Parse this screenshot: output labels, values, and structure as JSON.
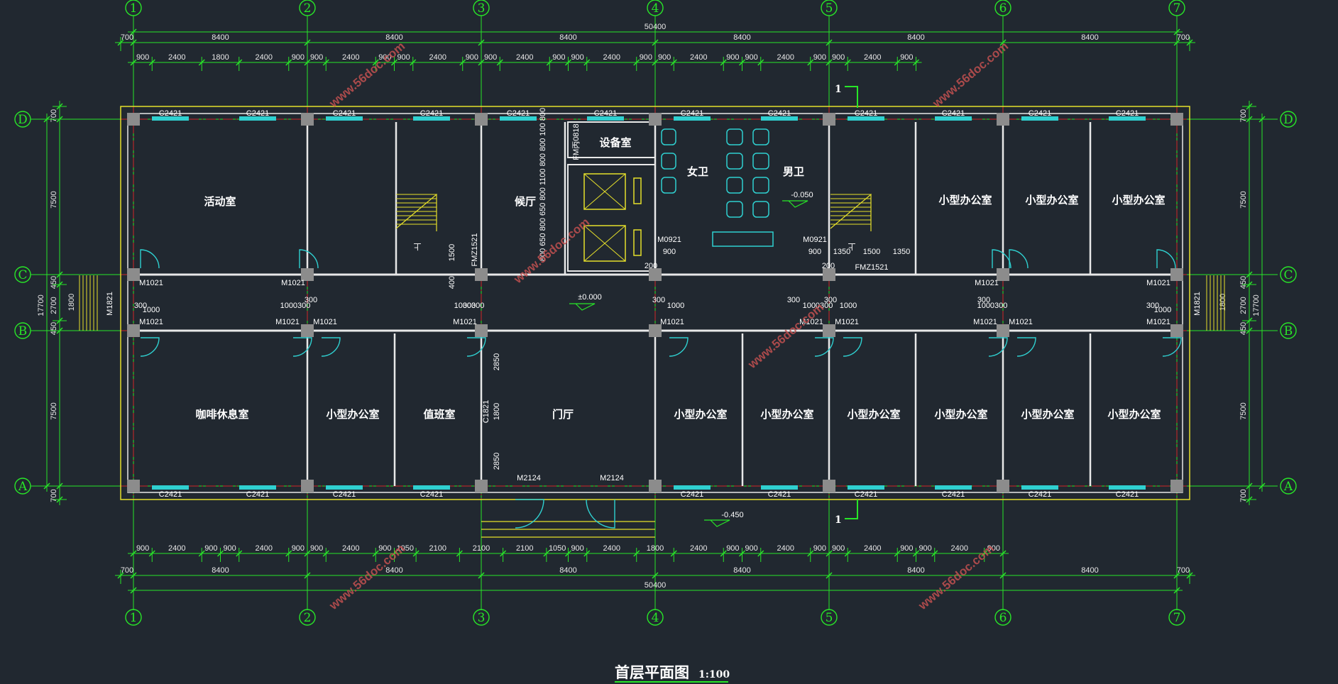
{
  "drawing": {
    "title": "首层平面图",
    "scale": "1:100",
    "axes_numbered": [
      "1",
      "2",
      "3",
      "4",
      "5",
      "6",
      "7"
    ],
    "axes_lettered": [
      "D",
      "C",
      "B",
      "A"
    ],
    "colors": {
      "background": "#212830",
      "dimension": "#28e628",
      "wall": "#e8e8e8",
      "outline": "#e6e02a",
      "window": "#2fd0d0",
      "axis_line": "#d02828",
      "watermark": "#c25050"
    },
    "watermark": "www.56doc.com"
  },
  "dims": {
    "total": "50400",
    "bay": "8400",
    "edge": "700",
    "top_detail": [
      "900",
      "2400",
      "1800",
      "2400",
      "900",
      "900",
      "2400",
      "900",
      "900",
      "2400",
      "900",
      "900",
      "2400",
      "900",
      "900",
      "2400",
      "900",
      "900",
      "2400",
      "900",
      "900",
      "2400",
      "900",
      "900",
      "2400",
      "900"
    ],
    "bottom_detail": [
      "900",
      "2400",
      "900",
      "900",
      "2400",
      "900",
      "900",
      "2400",
      "900",
      "1050",
      "2100",
      "2100",
      "2100",
      "1050",
      "900",
      "2400",
      "1800",
      "2400",
      "900",
      "900",
      "2400",
      "900",
      "900",
      "2400",
      "900",
      "900",
      "2400",
      "900"
    ],
    "left": [
      "700",
      "7500",
      "450",
      "2700",
      "450",
      "7500",
      "700"
    ],
    "left_total": "17700",
    "right": [
      "700",
      "7500",
      "450",
      "2700",
      "450",
      "7500",
      "700"
    ],
    "right_total": "17700",
    "stair_side": "1800"
  },
  "rooms": {
    "activity": "活动室",
    "waiting": "候厅",
    "equipment": "设备室",
    "women_wc": "女卫",
    "men_wc": "男卫",
    "small_office": "小型办公室",
    "cafe": "咖啡休息室",
    "duty": "值班室",
    "lobby": "门厅"
  },
  "labels": {
    "window": "C2421",
    "door": "M1021",
    "door_side": "M1821",
    "entry_door": "M2124",
    "fire_door": "FMZ1521",
    "fire_door2": "FMZ1521",
    "fm_small": "FM丙0818",
    "wc_door": "M0921",
    "side_window": "C1821",
    "level_0": "±0.000",
    "level_wc": "-0.050",
    "level_out": "-0.450",
    "section": "1",
    "stair_up": "上",
    "d300": "300",
    "d1000": "1000",
    "d1000300": "1000300",
    "d1350": "1350",
    "d1500": "1500",
    "d900": "900",
    "d200": "200",
    "d400": "400",
    "d2850": "2850",
    "d1800": "1800",
    "shaft_dims": "800 650 800 650 800 1100 800 800 100 800"
  }
}
